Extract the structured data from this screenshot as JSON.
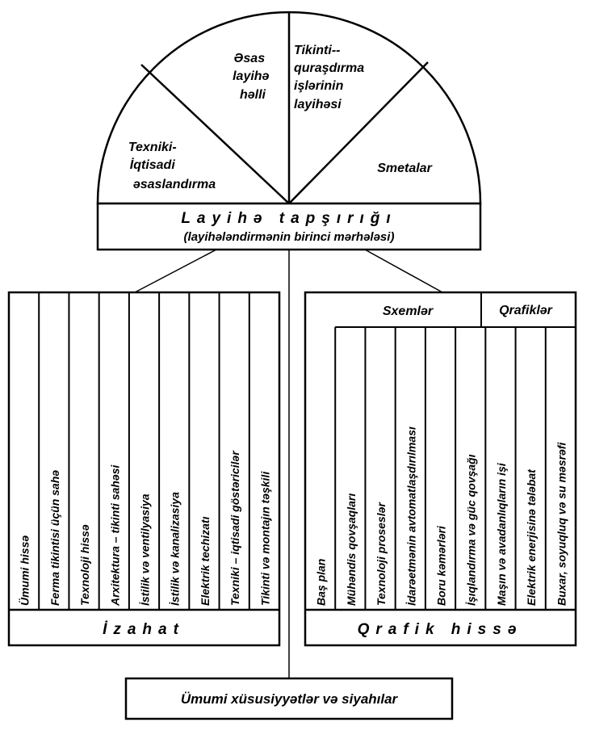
{
  "dome": {
    "sectors": [
      {
        "lines": [
          "Texniki-",
          "İqtisadi",
          "əsaslandırma"
        ]
      },
      {
        "lines": [
          "Əsas",
          "layihə",
          "həlli"
        ]
      },
      {
        "lines": [
          "Tikinti--",
          "quraşdırma",
          "işlərinin",
          "layihəsi"
        ]
      },
      {
        "lines": [
          "Smetalar"
        ]
      }
    ]
  },
  "task_box": {
    "title": "Layihə tapşırığı",
    "subtitle": "(layihələndirmənin birinci mərhələsi)"
  },
  "left_panel": {
    "columns": [
      "Ümumi hissə",
      "Ferma tikintisi üçün sahə",
      "Texnoloji hissə",
      "Arxitektura – tikinti sahəsi",
      "İstilik və ventilyasiya",
      "İstilik və kanalizasiya",
      "Elektrik techizatı",
      "Texniki – iqtisadi göstəricilər",
      "Tikinti və montajın təşkili"
    ],
    "footer": "İzahat"
  },
  "right_panel": {
    "group_schemes": "Sxemlər",
    "group_graphs": "Qrafiklər",
    "columns": [
      "Baş plan",
      "Mühəndis qovşaqları",
      "Texnoloji proseslər",
      "İdarəetmənin avtomatlaşdırılması",
      "Boru kəmərləri",
      "İşıqlandırma və güc qovşağı",
      "Maşın və avadanlıqların işi",
      "Elektrik enerjisinə tələbat",
      "Buxar, soyuqluq və su məsrəfi"
    ],
    "footer": "Qrafik hissə"
  },
  "bottom_box": {
    "label": "Ümumi xüsusiyyətlər və siyahılar"
  }
}
